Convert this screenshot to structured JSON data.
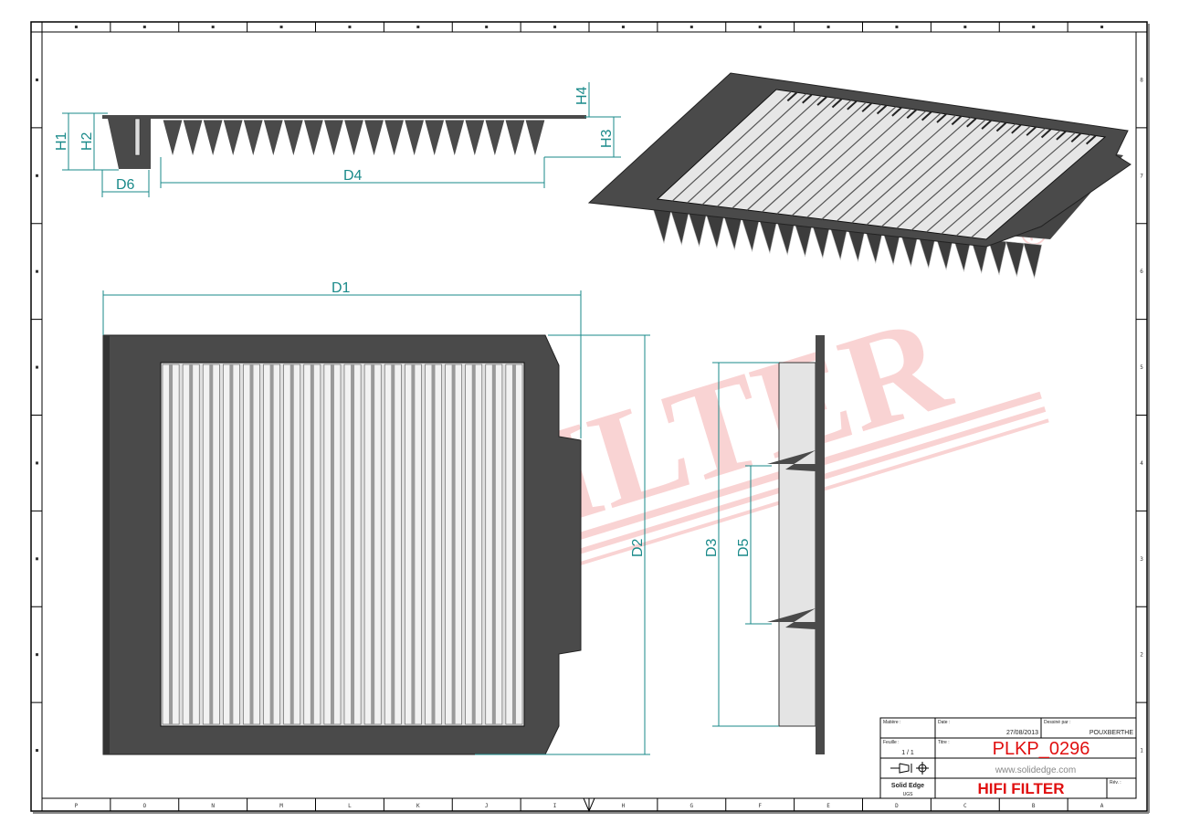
{
  "border": {
    "columns_bottom": [
      "P",
      "O",
      "N",
      "M",
      "L",
      "K",
      "J",
      "I",
      "H",
      "G",
      "F",
      "E",
      "D",
      "C",
      "B",
      "A"
    ],
    "rows_right": [
      "8",
      "7",
      "6",
      "5",
      "4",
      "3",
      "2",
      "1"
    ]
  },
  "watermark": {
    "text": "HIFI FILTER",
    "registered": "®",
    "color": "#e83a3a"
  },
  "dimensions": {
    "h1": "H1",
    "h2": "H2",
    "h3": "H3",
    "h4": "H4",
    "d1": "D1",
    "d2": "D2",
    "d3": "D3",
    "d4": "D4",
    "d5": "D5",
    "d6": "D6"
  },
  "title_block": {
    "material_label": "Matière :",
    "date_label": "Date :",
    "date": "27/08/2013",
    "drawn_by_label": "Dessiné par :",
    "drawn_by": "POUXBERTHE",
    "sheet_label": "Feuille :",
    "sheet": "1 / 1",
    "title_label": "Titre :",
    "title": "PLKP_0296",
    "website": "www.solidedge.com",
    "software": "Solid Edge",
    "units": "UGS",
    "company": "HIFI FILTER",
    "revision_label": "Rév. :",
    "title_color": "#e01010"
  },
  "colors": {
    "dimension": "#1a8a8a",
    "plate": "#4a4a4a",
    "media": "#d8d8d8"
  }
}
